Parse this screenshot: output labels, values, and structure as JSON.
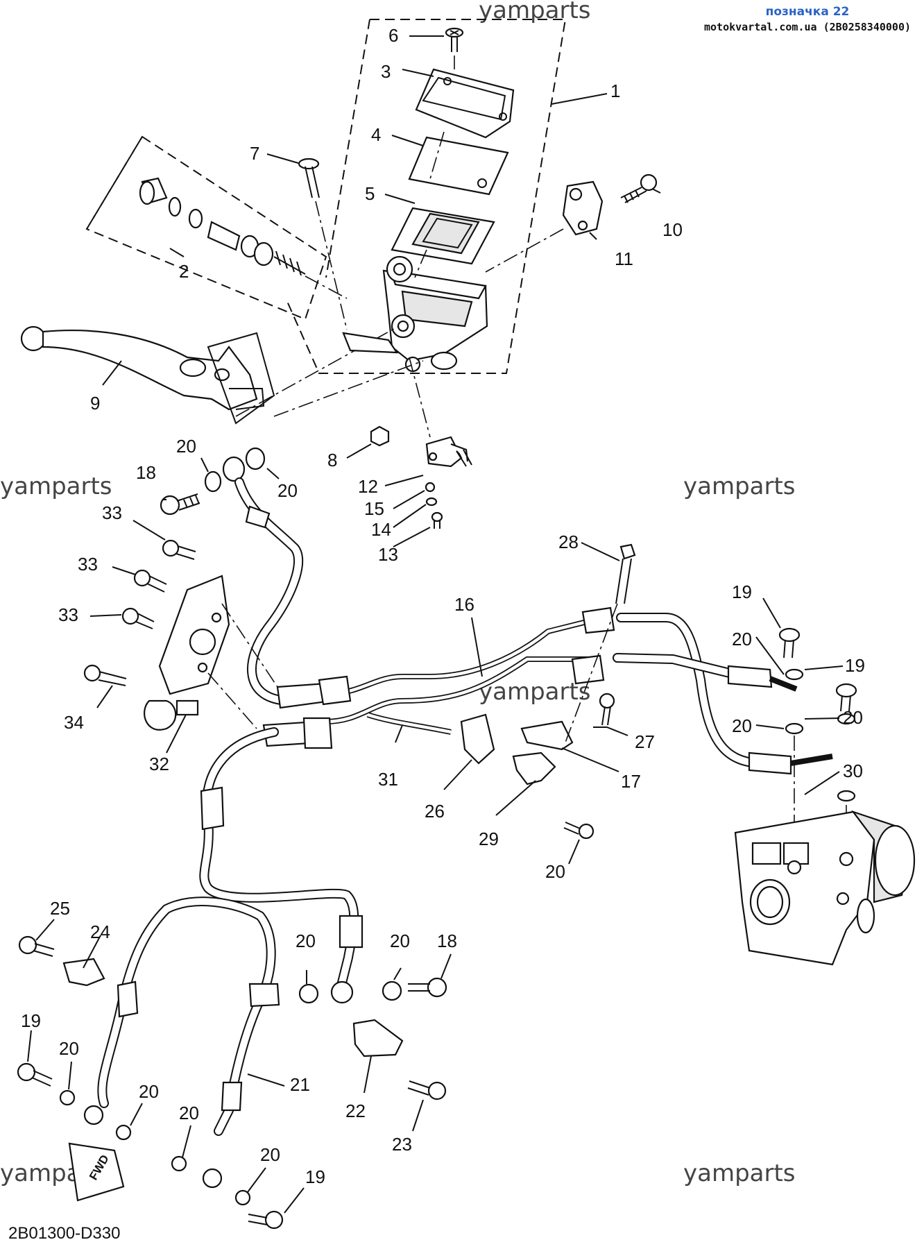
{
  "header": {
    "title": "позначка 22",
    "subtitle": "motokvartal.com.ua (2B0258340000)"
  },
  "watermarks": [
    {
      "text": "yamparts",
      "pos": "top-center"
    },
    {
      "text": "yamparts",
      "pos": "mid-left"
    },
    {
      "text": "yamparts",
      "pos": "mid-right"
    },
    {
      "text": "yamparts",
      "pos": "center"
    },
    {
      "text": "yampa",
      "pos": "bottom-left"
    },
    {
      "text": "yamparts",
      "pos": "bottom-right"
    }
  ],
  "diagram_code": "2B01300-D330",
  "fwd_label": "FWD",
  "callouts": [
    "6",
    "3",
    "1",
    "4",
    "7",
    "5",
    "10",
    "11",
    "2",
    "9",
    "20",
    "20",
    "18",
    "8",
    "12",
    "15",
    "14",
    "13",
    "33",
    "33",
    "33",
    "34",
    "32",
    "28",
    "16",
    "19",
    "20",
    "19",
    "20",
    "20",
    "30",
    "27",
    "17",
    "31",
    "26",
    "29",
    "20",
    "25",
    "24",
    "20",
    "20",
    "18",
    "19",
    "20",
    "20",
    "21",
    "22",
    "23",
    "20",
    "20",
    "19"
  ],
  "colors": {
    "header_title": "#2b63c6",
    "line_art": "#111111",
    "background": "#ffffff"
  }
}
